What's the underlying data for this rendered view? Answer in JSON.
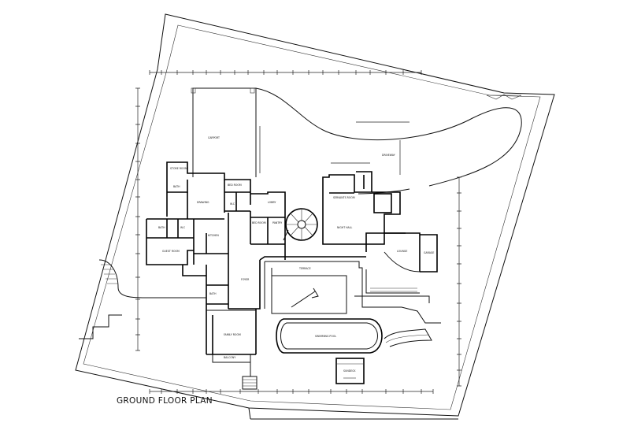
{
  "drawing": {
    "title": "GROUND FLOOR PLAN"
  },
  "rooms": {
    "carport": "CARPORT",
    "driveway": "DRIVEWAY",
    "store_room": "STORE ROOM",
    "bath_1": "BATH",
    "drawing": "DRAWING",
    "bedroom_1": "BED ROOM",
    "wc": "W.C",
    "lobby": "LOBBY",
    "bath_2": "BATH",
    "wc_2": "W.C",
    "kitchen": "KITCHEN",
    "bedroom_2": "BED ROOM",
    "pantry": "PANTRY",
    "guest_room": "GUEST ROOM",
    "servants_room": "SERVANTS ROOM",
    "night_hall": "NIGHT HALL",
    "lounge": "LOUNGE",
    "garage": "GARAGE",
    "terrace": "TERRACE",
    "foyer": "FOYER",
    "bath_3": "BATH",
    "family_room": "FAMILY ROOM",
    "balcony": "BALCONY",
    "swimming_pool": "SWIMMING POOL",
    "sundeck": "SUNDECK"
  }
}
